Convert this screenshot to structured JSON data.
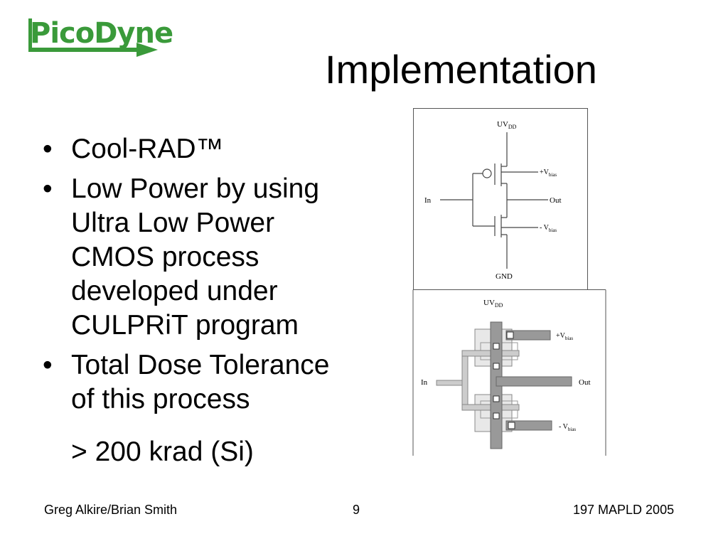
{
  "logo": {
    "text": "PicoDyne",
    "color": "#3a9a3a"
  },
  "slide": {
    "title": "Implementation",
    "bullets": [
      {
        "lines": [
          "Cool-RAD™"
        ]
      },
      {
        "lines": [
          "Low Power by using",
          "Ultra Low Power",
          "CMOS process",
          "developed under",
          "CULPRiT program"
        ]
      },
      {
        "lines": [
          "Total Dose Tolerance",
          "of this process"
        ]
      }
    ],
    "sub_line": "> 200 krad (Si)"
  },
  "schematic": {
    "top_supply_main": "UV",
    "top_supply_sub": "DD",
    "vbias_plus_main": "+V",
    "vbias_plus_sub": "bias",
    "vbias_minus_main": "- V",
    "vbias_minus_sub": "bias",
    "input": "In",
    "output": "Out",
    "ground": "GND"
  },
  "layout_view": {
    "top_supply_main": "UV",
    "top_supply_sub": "DD",
    "vbias_plus_main": "+V",
    "vbias_plus_sub": "bias",
    "vbias_minus_main": "- V",
    "vbias_minus_sub": "bias",
    "input": "In",
    "output": "Out"
  },
  "footer": {
    "authors": "Greg Alkire/Brian Smith",
    "page_number": "9",
    "event": "197 MAPLD 2005"
  }
}
